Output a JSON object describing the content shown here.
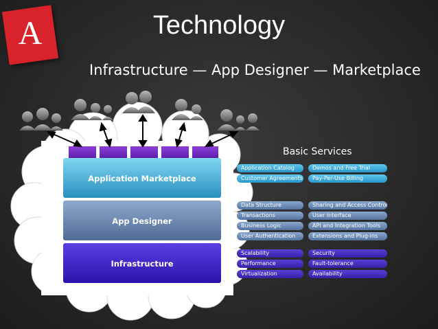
{
  "slide": {
    "logo_letter": "A",
    "title": "Technology",
    "subtitle": "Infrastructure — App Designer — Marketplace"
  },
  "stack": {
    "layers": [
      {
        "label": "Application Marketplace",
        "color": "#3fa9d6"
      },
      {
        "label": "App Designer",
        "color": "#5f7faa"
      },
      {
        "label": "Infrastructure",
        "color": "#3b22c8"
      }
    ]
  },
  "basic_services": {
    "title": "Basic Services",
    "groups": [
      {
        "color": "#3fa9d6",
        "rows": [
          [
            "Application Catalog",
            "Demos and Free Trial"
          ],
          [
            "Customer Agreements",
            "Pay-Per-Use Billing"
          ]
        ]
      },
      {
        "color": "#6f8fbd",
        "rows": [
          [
            "Data Structure",
            "Sharing and Access Control"
          ],
          [
            "Transactions",
            "User Interface"
          ],
          [
            "Business Logic",
            "API and Integration Tools"
          ],
          [
            "User Authentication",
            "Extensions and Plug-ins"
          ]
        ]
      },
      {
        "color": "#4a2fd0",
        "rows": [
          [
            "Scalability",
            "Security"
          ],
          [
            "Performance",
            "Fault-tolerance"
          ],
          [
            "Virtualization",
            "Availability"
          ]
        ]
      }
    ]
  },
  "icons": [
    "user-group-icon",
    "arrow-icon",
    "cloud-icon"
  ]
}
